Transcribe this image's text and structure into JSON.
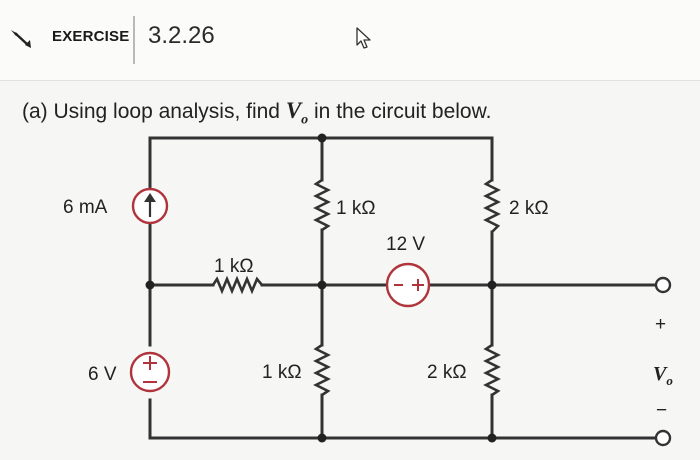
{
  "header": {
    "exercise_label": "EXERCISE",
    "exercise_number": "3.2.26"
  },
  "question": {
    "part": "(a)",
    "text_before": "Using loop analysis, find",
    "variable": "V",
    "variable_sub": "o",
    "text_after": "in the circuit below."
  },
  "circuit": {
    "current_source_label": "6 mA",
    "voltage_source_left_label": "6 V",
    "voltage_source_left_sign": "+",
    "resistor_horizontal_label": "1 kΩ",
    "resistor_top_middle_label": "1 kΩ",
    "resistor_bottom_middle_label": "1 kΩ",
    "voltage_source_middle_label": "12 V",
    "voltage_source_middle_signs": "−+",
    "resistor_top_right_label": "2 kΩ",
    "resistor_bottom_right_label": "2 kΩ",
    "output_plus": "+",
    "output_minus": "−",
    "output_var": "V",
    "output_var_sub": "o"
  },
  "colors": {
    "wire": "#333333",
    "source": "#b0343c"
  }
}
